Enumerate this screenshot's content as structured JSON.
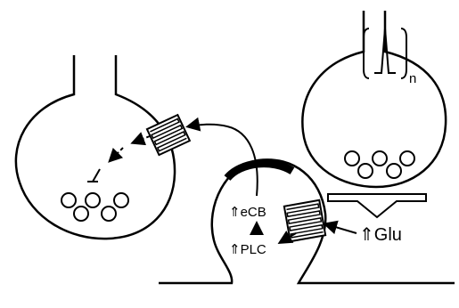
{
  "labels": {
    "n_subscript": "n",
    "ecb": "⇑eCB",
    "plc": "⇑PLC",
    "glu": "⇑Glu"
  },
  "colors": {
    "stroke": "#000000",
    "background": "#ffffff"
  }
}
